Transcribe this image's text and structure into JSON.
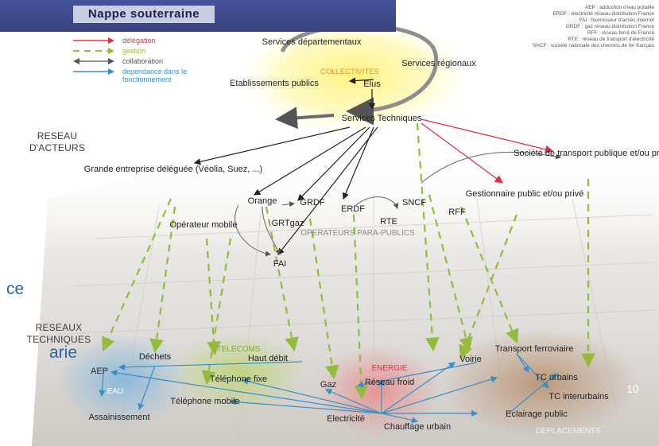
{
  "banner": {
    "title": "Nappe souterraine"
  },
  "abbreviations": [
    "AEP : adduction d'eau potable",
    "ERDF : électricité réseau distribution France",
    "FAI : fournisseur d'accès internet",
    "GRDF : gaz réseau distribution France",
    "RFF : réseau ferré de France",
    "RTE : réseau de transport d'électricité",
    "SNCF : société nationale des chemins de fer français"
  ],
  "legend": [
    {
      "label": "délégation",
      "color": "#d9334a",
      "style": "solid"
    },
    {
      "label": "gestion",
      "color": "#93bb3c",
      "style": "dashed"
    },
    {
      "label": "collaboration",
      "color": "#555555",
      "style": "double"
    },
    {
      "label": "dependance dans le fonctionnement",
      "color": "#3b8fc6",
      "style": "solid"
    }
  ],
  "sections": {
    "actors": "RESEAU D'ACTEURS",
    "technical": "RESEAUX TECHNIQUES"
  },
  "slide_fragments": {
    "line1": "ce",
    "line2": "arie"
  },
  "page_number": "10",
  "colors": {
    "delegation": "#d9334a",
    "gestion": "#93bb3c",
    "collaboration": "#555555",
    "dependance": "#3b8fc6",
    "zone_eau": "#7fb4dc",
    "zone_telecoms": "#b9d66a",
    "zone_energie": "#e98a8a",
    "zone_deplacements": "#b48a66",
    "collectivites_glow": "#fff27a"
  },
  "diagram": {
    "collectivites": "COLLECTIVITES",
    "services_departementaux": "Services départementaux",
    "services_regionaux": "Services régionaux",
    "etablissements_publics": "Etablissements publics",
    "elus": "Elus",
    "services_techniques": "Services Techniques",
    "grande_entreprise": "Grande entreprise déléguée (Véolia, Suez, ...)",
    "orange": "Orange",
    "operateur_mobile": "Opérateur mobile",
    "grdf": "GRDF",
    "grtgaz": "GRTgaz",
    "erdf": "ERDF",
    "rte": "RTE",
    "sncf": "SNCF",
    "rff": "RFF",
    "fai": "FAI",
    "operateurs_para_publics": "OPERATEURS PARA-PUBLICS",
    "societe_transport": "Société de transport publique et/ou privée",
    "gestionnaire": "Gestionnaire public et/ou privé",
    "zone_telecoms": "TELECOMS",
    "zone_eau": "EAU",
    "zone_energie": "ENERGIE",
    "zone_deplacements": "DEPLACEMENTS",
    "aep": "AEP",
    "dechets": "Déchets",
    "assainissement": "Assainissement",
    "haut_debit": "Haut débit",
    "telephone_fixe": "Téléphone fixe",
    "telephone_mobile": "Téléphone mobile",
    "gaz": "Gaz",
    "reseau_froid": "Réseau froid",
    "electricite": "Electricité",
    "chauffage_urbain": "Chauffage urbain",
    "voirie": "Voirie",
    "transport_ferroviaire": "Transport ferroviaire",
    "tc_urbains": "TC urbains",
    "tc_interurbains": "TC interurbains",
    "eclairage_public": "Eclairage public"
  }
}
